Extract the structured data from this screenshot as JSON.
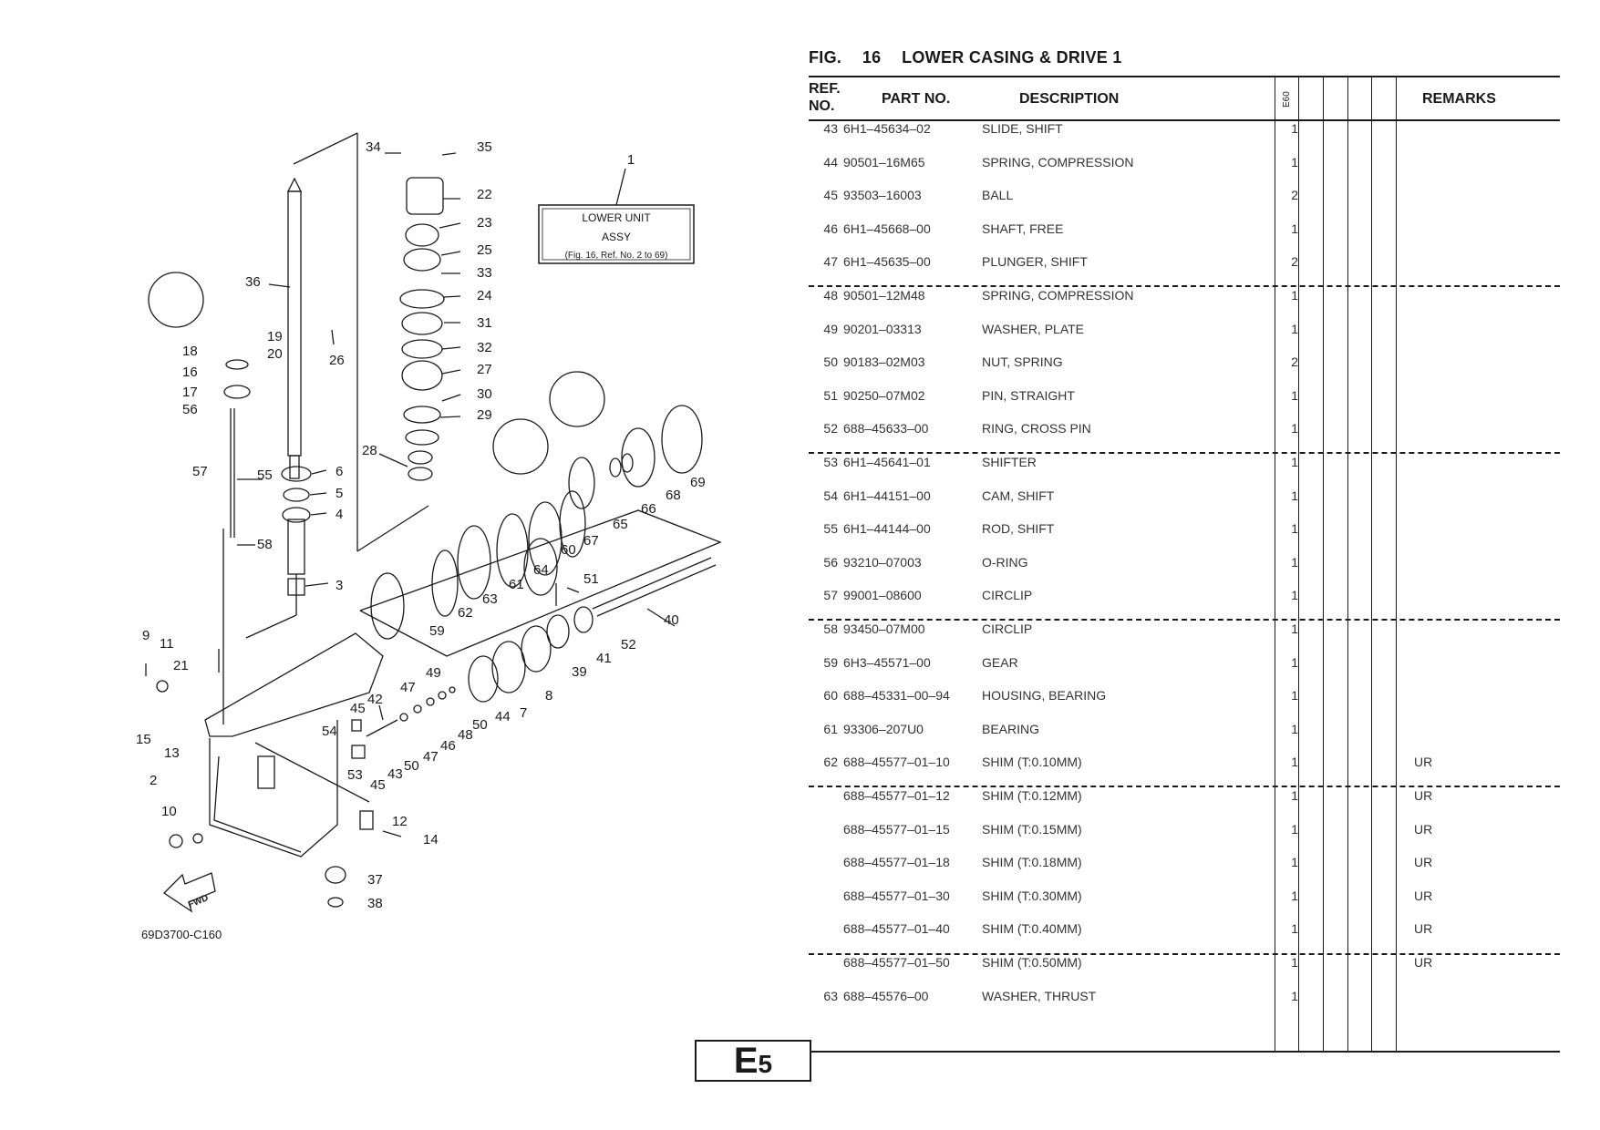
{
  "figure": {
    "label": "FIG.",
    "number": "16",
    "title": "LOWER CASING & DRIVE 1"
  },
  "diagram": {
    "code": "69D3700-C160",
    "assy_box": {
      "line1": "LOWER UNIT",
      "line2": "ASSY",
      "line3": "(Fig. 16, Ref. No. 2 to 69)",
      "ref": "1"
    },
    "fwd_label": "FWD",
    "callouts": [
      "2",
      "3",
      "4",
      "5",
      "6",
      "7",
      "8",
      "9",
      "10",
      "11",
      "12",
      "13",
      "14",
      "15",
      "16",
      "17",
      "18",
      "19",
      "20",
      "21",
      "22",
      "23",
      "24",
      "25",
      "26",
      "27",
      "28",
      "29",
      "30",
      "31",
      "32",
      "33",
      "34",
      "35",
      "36",
      "37",
      "38",
      "39",
      "40",
      "41",
      "42",
      "43",
      "44",
      "45",
      "46",
      "47",
      "48",
      "49",
      "50",
      "51",
      "52",
      "53",
      "54",
      "55",
      "56",
      "57",
      "58",
      "59",
      "60",
      "61",
      "62",
      "63",
      "64",
      "65",
      "66",
      "67",
      "68",
      "69"
    ]
  },
  "table": {
    "headers": {
      "ref": "REF. NO.",
      "part": "PART NO.",
      "desc": "DESCRIPTION",
      "model": "E60",
      "remarks": "REMARKS"
    },
    "rows": [
      {
        "ref": "43",
        "part": "6H1–45634–02",
        "desc": "SLIDE, SHIFT",
        "qty": "1",
        "remarks": ""
      },
      {
        "ref": "44",
        "part": "90501–16M65",
        "desc": "SPRING, COMPRESSION",
        "qty": "1",
        "remarks": ""
      },
      {
        "ref": "45",
        "part": "93503–16003",
        "desc": "BALL",
        "qty": "2",
        "remarks": ""
      },
      {
        "ref": "46",
        "part": "6H1–45668–00",
        "desc": "SHAFT, FREE",
        "qty": "1",
        "remarks": ""
      },
      {
        "ref": "47",
        "part": "6H1–45635–00",
        "desc": "PLUNGER, SHIFT",
        "qty": "2",
        "remarks": ""
      },
      {
        "ref": "48",
        "part": "90501–12M48",
        "desc": "SPRING, COMPRESSION",
        "qty": "1",
        "remarks": ""
      },
      {
        "ref": "49",
        "part": "90201–03313",
        "desc": "WASHER, PLATE",
        "qty": "1",
        "remarks": ""
      },
      {
        "ref": "50",
        "part": "90183–02M03",
        "desc": "NUT, SPRING",
        "qty": "2",
        "remarks": ""
      },
      {
        "ref": "51",
        "part": "90250–07M02",
        "desc": "PIN, STRAIGHT",
        "qty": "1",
        "remarks": ""
      },
      {
        "ref": "52",
        "part": "688–45633–00",
        "desc": "RING, CROSS PIN",
        "qty": "1",
        "remarks": ""
      },
      {
        "ref": "53",
        "part": "6H1–45641–01",
        "desc": "SHIFTER",
        "qty": "1",
        "remarks": ""
      },
      {
        "ref": "54",
        "part": "6H1–44151–00",
        "desc": "CAM, SHIFT",
        "qty": "1",
        "remarks": ""
      },
      {
        "ref": "55",
        "part": "6H1–44144–00",
        "desc": "ROD, SHIFT",
        "qty": "1",
        "remarks": ""
      },
      {
        "ref": "56",
        "part": "93210–07003",
        "desc": "O-RING",
        "qty": "1",
        "remarks": ""
      },
      {
        "ref": "57",
        "part": "99001–08600",
        "desc": "CIRCLIP",
        "qty": "1",
        "remarks": ""
      },
      {
        "ref": "58",
        "part": "93450–07M00",
        "desc": "CIRCLIP",
        "qty": "1",
        "remarks": ""
      },
      {
        "ref": "59",
        "part": "6H3–45571–00",
        "desc": "GEAR",
        "qty": "1",
        "remarks": ""
      },
      {
        "ref": "60",
        "part": "688–45331–00–94",
        "desc": "HOUSING, BEARING",
        "qty": "1",
        "remarks": ""
      },
      {
        "ref": "61",
        "part": "93306–207U0",
        "desc": "BEARING",
        "qty": "1",
        "remarks": ""
      },
      {
        "ref": "62",
        "part": "688–45577–01–10",
        "desc": "SHIM (T:0.10MM)",
        "qty": "1",
        "remarks": "UR"
      },
      {
        "ref": "",
        "part": "688–45577–01–12",
        "desc": "SHIM (T:0.12MM)",
        "qty": "1",
        "remarks": "UR"
      },
      {
        "ref": "",
        "part": "688–45577–01–15",
        "desc": "SHIM (T:0.15MM)",
        "qty": "1",
        "remarks": "UR"
      },
      {
        "ref": "",
        "part": "688–45577–01–18",
        "desc": "SHIM (T:0.18MM)",
        "qty": "1",
        "remarks": "UR"
      },
      {
        "ref": "",
        "part": "688–45577–01–30",
        "desc": "SHIM (T:0.30MM)",
        "qty": "1",
        "remarks": "UR"
      },
      {
        "ref": "",
        "part": "688–45577–01–40",
        "desc": "SHIM (T:0.40MM)",
        "qty": "1",
        "remarks": "UR"
      },
      {
        "ref": "",
        "part": "688–45577–01–50",
        "desc": "SHIM (T:0.50MM)",
        "qty": "1",
        "remarks": "UR"
      },
      {
        "ref": "63",
        "part": "688–45576–00",
        "desc": "WASHER, THRUST",
        "qty": "1",
        "remarks": ""
      }
    ]
  },
  "page": {
    "letter": "E",
    "number": "5"
  }
}
